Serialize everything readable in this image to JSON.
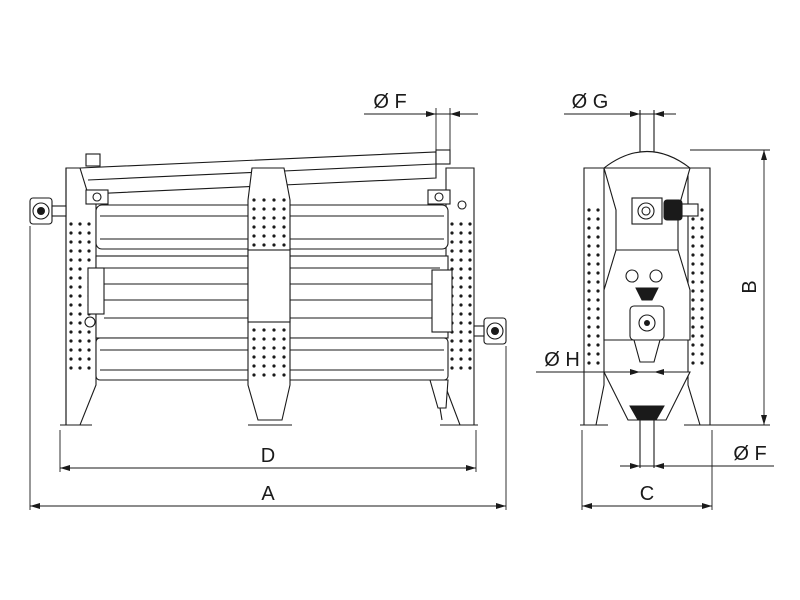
{
  "dimensions": {
    "A": "A",
    "B": "B",
    "C": "C",
    "D": "D",
    "F_top": "Ø F",
    "G": "Ø G",
    "H": "Ø H",
    "F_side": "Ø F"
  }
}
